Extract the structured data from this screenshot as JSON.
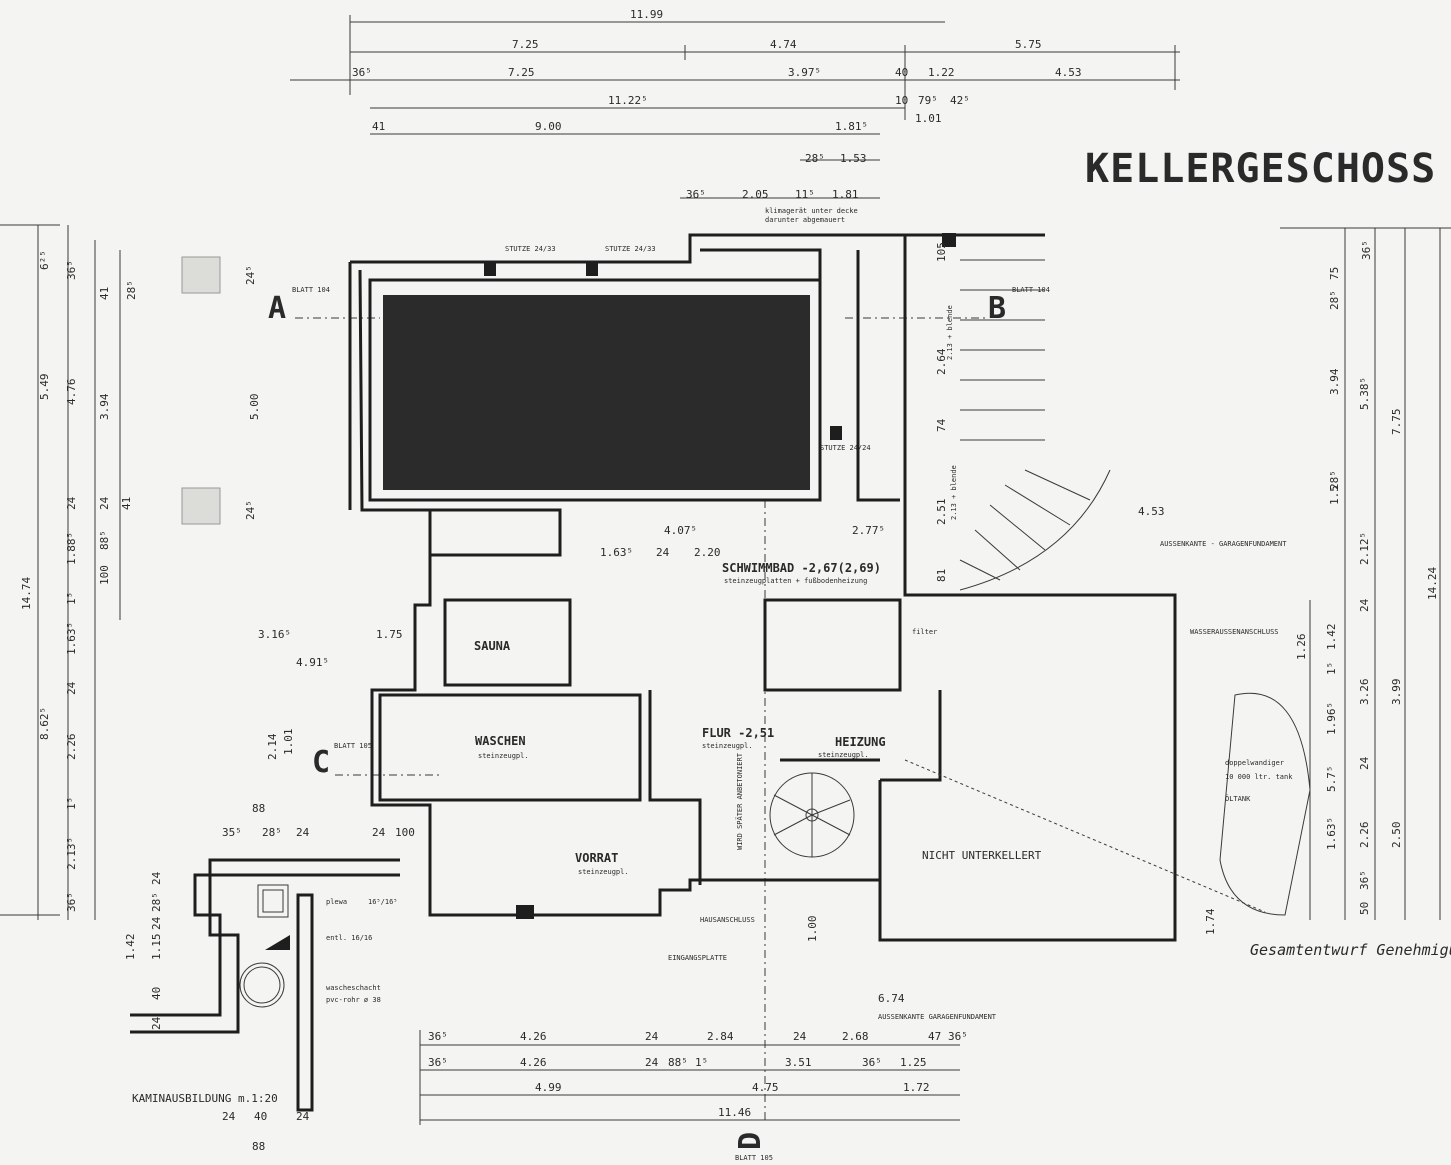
{
  "title": "KELLERGESCHOSS",
  "sections": [
    {
      "letter": "A",
      "sheet": "BLATT 104"
    },
    {
      "letter": "B",
      "sheet": "BLATT 104"
    },
    {
      "letter": "C",
      "sheet": "BLATT 105"
    },
    {
      "letter": "D",
      "sheet": "BLATT 105"
    }
  ],
  "rooms": {
    "pool": "SCHWIMMBAD -2,67(2,69)",
    "pool_note": "steinzeugplatten + fußbodenheizung",
    "sauna": "SAUNA",
    "waschen": "WASCHEN",
    "waschen_note": "steinzeugpl.",
    "flur": "FLUR -2,51",
    "flur_note": "steinzeugpl.",
    "heizung": "HEIZUNG",
    "heizung_note": "steinzeugpl.",
    "vorrat": "VORRAT",
    "vorrat_note": "steinzeugpl.",
    "nicht": "NICHT UNTERKELLERT"
  },
  "notes": {
    "klima": "klimagerät unter decke",
    "klima2": "darunter abgemauert",
    "stutze1": "STUTZE 24/33",
    "stutze2": "STUTZE 24/33",
    "stutze3": "STUTZE 24/24",
    "filter": "filter",
    "aussenkante": "AUSSENKANTE - GARAGENFUNDAMENT",
    "aussenkante2": "AUSSENKANTE GARAGENFUNDAMENT",
    "wasser": "WASSERAUSSENANSCHLUSS",
    "oeltank1": "doppelwandiger",
    "oeltank2": "10 000 ltr. tank",
    "oeltank3": "ÖLTANK",
    "hausanschluss": "HAUSANSCHLUSS",
    "eingang": "EINGANGSPLATTE",
    "plewa": "plewa",
    "plewa_dim": "16⁵/16⁵",
    "entl": "entl. 16/16",
    "wascheschacht": "wascheschacht",
    "pvc": "pvc-rohr ø 38",
    "kamin": "KAMINAUSBILDUNG m.1:20",
    "blende1": "2.13 + blende",
    "blende2": "2.13 + blende",
    "spindel": "WIRD SPÄTER ANBETONIERT",
    "signature": "Gesamtentwurf Genehmigung"
  },
  "dims_top": [
    "11.99",
    "7.25",
    "4.74",
    "5.75",
    "36⁵",
    "7.25",
    "3.97⁵",
    "40",
    "1.22",
    "4.53",
    "11.22⁵",
    "10",
    "79⁵",
    "42⁵",
    "1.01",
    "41",
    "9.00",
    "1.81⁵",
    "28⁵",
    "1.53",
    "36⁵",
    "2.05",
    "11⁵",
    "1.81"
  ],
  "dims_left": [
    "14.74",
    "6²⁵",
    "36⁵",
    "41",
    "28⁵",
    "5.49",
    "4.76",
    "3.94",
    "24",
    "24",
    "41",
    "1.88⁵",
    "88⁵",
    "100",
    "1⁵",
    "1.63⁵",
    "8.62⁵",
    "24",
    "2.26",
    "1⁵",
    "2.13⁵",
    "36⁵",
    "3.16⁵",
    "1.75",
    "4.91⁵",
    "2.14",
    "1.01",
    "5.00",
    "24⁵",
    "24⁵"
  ],
  "dims_right": [
    "36⁵",
    "28⁵",
    "75",
    "3.94",
    "5.38⁵",
    "7.75",
    "1.5",
    "28⁵",
    "2.12⁵",
    "14.24",
    "24",
    "1.26",
    "1⁵",
    "1.42",
    "1.96⁵",
    "3.26",
    "3.99",
    "24",
    "5.7⁵",
    "1.63⁵",
    "2.26",
    "2.50",
    "50",
    "36⁵",
    "4.53"
  ],
  "dims_bottom": [
    "36⁵",
    "4.26",
    "24",
    "2.84",
    "24",
    "2.68",
    "47",
    "36⁵",
    "36⁵",
    "4.26",
    "24",
    "88⁵",
    "1⁵",
    "3.51",
    "36⁵",
    "1.25",
    "4.99",
    "4.75",
    "1.72",
    "11.46",
    "6.74"
  ],
  "kamin_dims": [
    "88",
    "35⁵",
    "28⁵",
    "24",
    "24",
    "40",
    "24",
    "88",
    "1.42",
    "24",
    "40",
    "1.15",
    "24",
    "28⁵",
    "24"
  ],
  "misc_dims": [
    "4.07⁵",
    "1.63⁵",
    "24",
    "2.20",
    "2.77⁵",
    "2.64",
    "105",
    "74",
    "2.51",
    "81",
    "1.00",
    "1.74",
    "24",
    "100"
  ]
}
